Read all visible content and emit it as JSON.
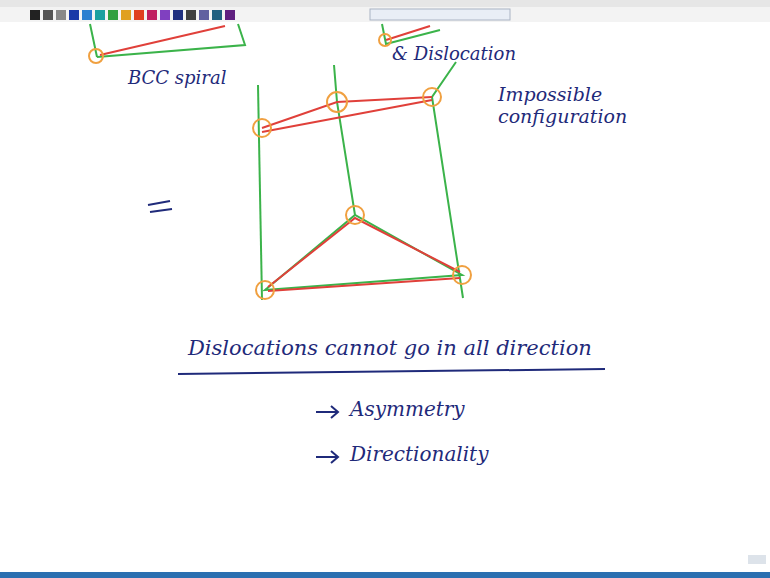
{
  "diagram": {
    "labels": [
      "BCC spiral",
      "& Dislocation",
      "Impossible configuration",
      "Dislocations cannot go in all direction",
      "Asymmetry",
      "Directionality"
    ]
  }
}
